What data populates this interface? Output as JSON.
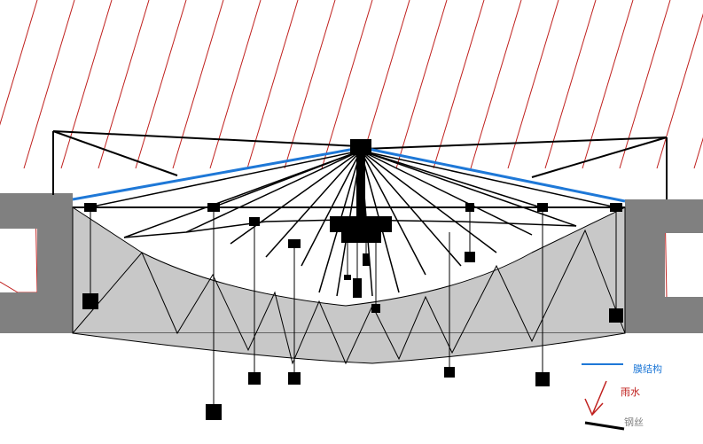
{
  "colors": {
    "membrane": "#1e78d7",
    "rain": "#c0201e",
    "steel": "#000000",
    "wall": "#808080",
    "basin": "#c8c8c8",
    "legend_text_blue": "#1e78d7",
    "legend_text_red": "#c0201e",
    "legend_text_gray": "#808080"
  },
  "legend": {
    "membrane_label": "膜结构",
    "rain_label": "雨水",
    "steel_cable_label": "钢丝"
  }
}
